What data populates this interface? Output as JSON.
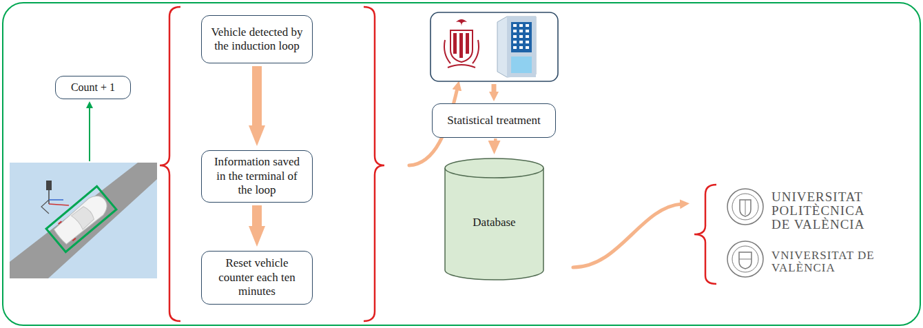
{
  "diagram": {
    "nodes": [
      {
        "text": [
          "Count + 1"
        ]
      },
      {
        "text": [
          "Vehicle detected by the induction loop"
        ]
      },
      {
        "text": [
          "Information saved in the terminal of the loop"
        ]
      },
      {
        "text": [
          "Reset vehicle counter each ten minutes"
        ]
      },
      {
        "text": [
          "Statistical treatment"
        ]
      },
      {
        "text": [
          "Database"
        ]
      }
    ],
    "edges": [
      {
        "from": 1,
        "to": 2,
        "arrow": "to"
      },
      {
        "from": 2,
        "to": 3,
        "arrow": "to"
      },
      {
        "from": 4,
        "to": 5,
        "arrow": "to"
      }
    ],
    "labels": [
      "UNIVERSITAT POLITÈCNICA DE VALÈNCIA",
      "VNIVERSITAT DE VALÈNCIA"
    ]
  }
}
